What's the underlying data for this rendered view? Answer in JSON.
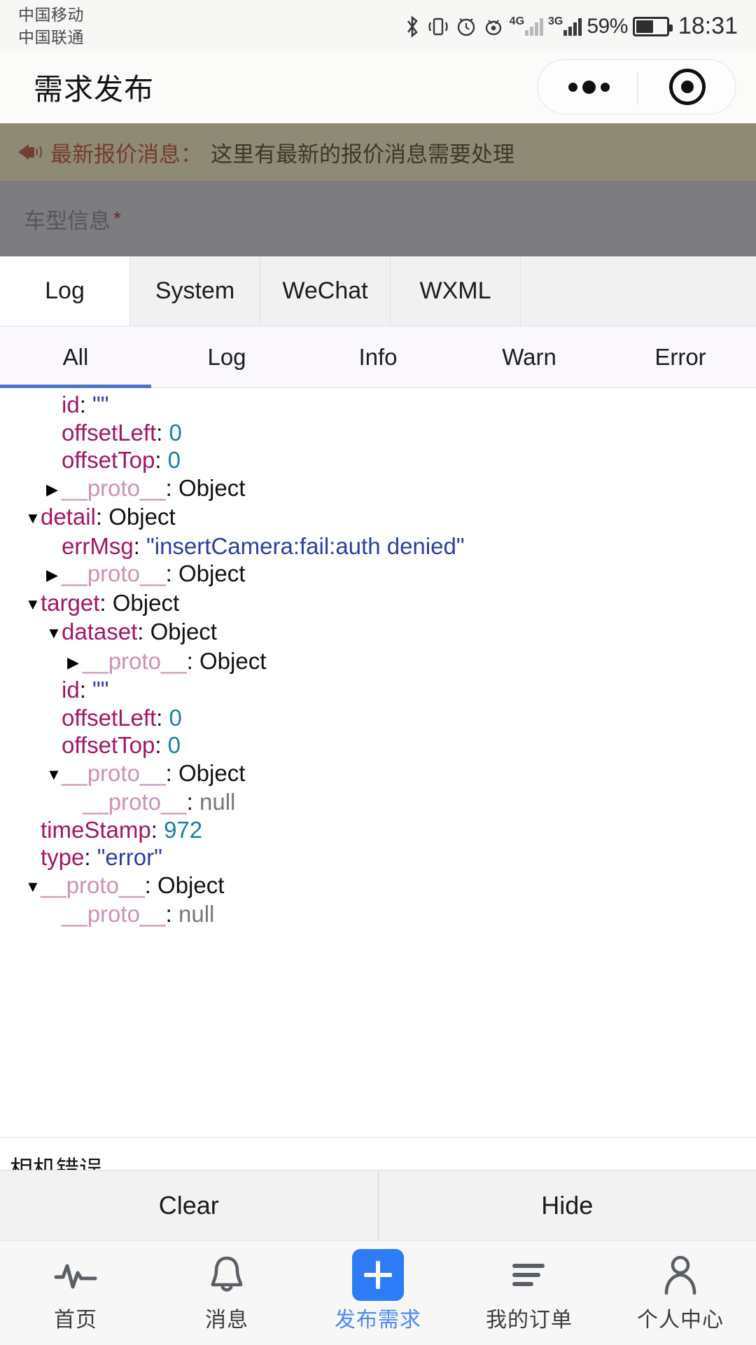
{
  "status_bar": {
    "carriers": [
      "中国移动",
      "中国联通"
    ],
    "icons": [
      "bluetooth-icon",
      "vibrate-icon",
      "alarm-icon",
      "eye-icon"
    ],
    "network_primary": "4G",
    "network_secondary": "3G",
    "battery_percent": "59%",
    "time": "18:31"
  },
  "nav": {
    "title": "需求发布",
    "capsule": {
      "more_icon": "more-dots-icon",
      "target_icon": "target-circle-icon"
    }
  },
  "page": {
    "notice": {
      "icon": "megaphone-icon",
      "label": "最新报价消息：",
      "text": "这里有最新的报价消息需要处理"
    },
    "form": {
      "label": "车型信息",
      "required_mark": "*"
    }
  },
  "devtools": {
    "tabs": [
      {
        "label": "Log",
        "active": true
      },
      {
        "label": "System",
        "active": false
      },
      {
        "label": "WeChat",
        "active": false
      },
      {
        "label": "WXML",
        "active": false
      }
    ],
    "filters": [
      {
        "label": "All",
        "active": true
      },
      {
        "label": "Log",
        "active": false
      },
      {
        "label": "Info",
        "active": false
      },
      {
        "label": "Warn",
        "active": false
      },
      {
        "label": "Error",
        "active": false
      }
    ],
    "log_lines": [
      {
        "indent": 2,
        "arrow": "none",
        "key": "id",
        "key_style": "k",
        "value": "\"\"",
        "value_style": "str"
      },
      {
        "indent": 2,
        "arrow": "none",
        "key": "offsetLeft",
        "key_style": "k",
        "value": "0",
        "value_style": "num"
      },
      {
        "indent": 2,
        "arrow": "none",
        "key": "offsetTop",
        "key_style": "k",
        "value": "0",
        "value_style": "num"
      },
      {
        "indent": 2,
        "arrow": "right",
        "key": "__proto__",
        "key_style": "proto",
        "value": "Object",
        "value_style": "plain"
      },
      {
        "indent": 1,
        "arrow": "down",
        "key": "detail",
        "key_style": "k",
        "value": "Object",
        "value_style": "plain"
      },
      {
        "indent": 2,
        "arrow": "none",
        "key": "errMsg",
        "key_style": "k",
        "value": "\"insertCamera:fail:auth denied\"",
        "value_style": "str"
      },
      {
        "indent": 2,
        "arrow": "right",
        "key": "__proto__",
        "key_style": "proto",
        "value": "Object",
        "value_style": "plain"
      },
      {
        "indent": 1,
        "arrow": "down",
        "key": "target",
        "key_style": "k",
        "value": "Object",
        "value_style": "plain"
      },
      {
        "indent": 2,
        "arrow": "down",
        "key": "dataset",
        "key_style": "k",
        "value": "Object",
        "value_style": "plain"
      },
      {
        "indent": 3,
        "arrow": "right",
        "key": "__proto__",
        "key_style": "proto",
        "value": "Object",
        "value_style": "plain"
      },
      {
        "indent": 2,
        "arrow": "none",
        "key": "id",
        "key_style": "k",
        "value": "\"\"",
        "value_style": "str"
      },
      {
        "indent": 2,
        "arrow": "none",
        "key": "offsetLeft",
        "key_style": "k",
        "value": "0",
        "value_style": "num"
      },
      {
        "indent": 2,
        "arrow": "none",
        "key": "offsetTop",
        "key_style": "k",
        "value": "0",
        "value_style": "num"
      },
      {
        "indent": 2,
        "arrow": "down",
        "key": "__proto__",
        "key_style": "proto",
        "value": "Object",
        "value_style": "plain"
      },
      {
        "indent": 3,
        "arrow": "none",
        "key": "__proto__",
        "key_style": "proto",
        "value": "null",
        "value_style": "nul"
      },
      {
        "indent": 1,
        "arrow": "none",
        "key": "timeStamp",
        "key_style": "k",
        "value": "972",
        "value_style": "num"
      },
      {
        "indent": 1,
        "arrow": "none",
        "key": "type",
        "key_style": "k",
        "value": "\"error\"",
        "value_style": "str"
      },
      {
        "indent": 1,
        "arrow": "down",
        "key": "__proto__",
        "key_style": "proto",
        "value": "Object",
        "value_style": "plain"
      },
      {
        "indent": 2,
        "arrow": "none",
        "key": "__proto__",
        "key_style": "proto",
        "value": "null",
        "value_style": "nul"
      }
    ],
    "truncated_next_line": "相机错误",
    "actions": [
      {
        "label": "Clear"
      },
      {
        "label": "Hide"
      }
    ]
  },
  "tabbar": [
    {
      "icon": "pulse-icon",
      "label": "首页",
      "active": false
    },
    {
      "icon": "bell-icon",
      "label": "消息",
      "active": false
    },
    {
      "icon": "plus-icon",
      "label": "发布需求",
      "active": true
    },
    {
      "icon": "list-icon",
      "label": "我的订单",
      "active": false
    },
    {
      "icon": "person-icon",
      "label": "个人中心",
      "active": false
    }
  ],
  "colors": {
    "accent": "#2d7bf6",
    "filter_underline": "#4a77c9",
    "notice_label": "#c02c2c",
    "required": "#d0021b",
    "key": "#a31565",
    "proto": "#cf91b4",
    "number": "#1681a0",
    "string": "#2b3fa0",
    "null": "#777777"
  }
}
